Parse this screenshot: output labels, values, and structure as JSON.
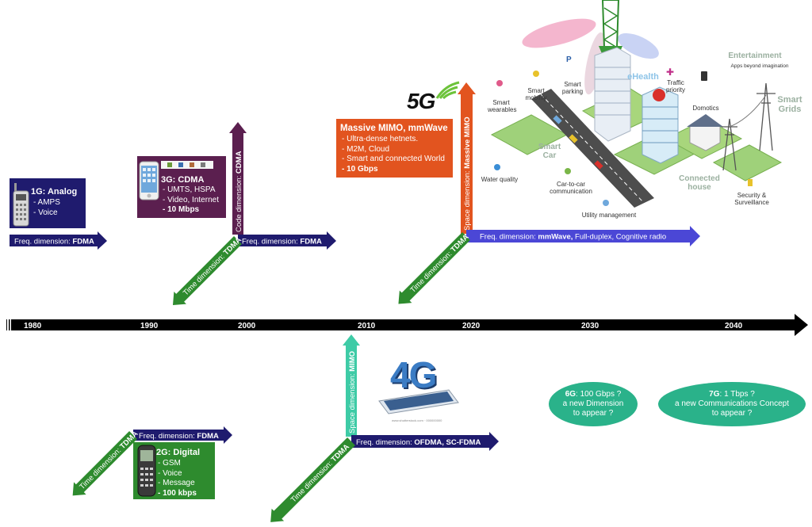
{
  "timeline": {
    "years": [
      "1980",
      "1990",
      "2000",
      "2010",
      "2020",
      "2030",
      "2040"
    ]
  },
  "gen1": {
    "title": "1G: Analog",
    "items": [
      "- AMPS",
      "- Voice"
    ],
    "freq_prefix": "Freq. dimension: ",
    "freq_value": "FDMA"
  },
  "gen2": {
    "title": "2G: Digital",
    "items": [
      "- GSM",
      "- Voice",
      "- Message"
    ],
    "rate": "- 100 kbps",
    "freq_prefix": "Freq. dimension: ",
    "freq_value": "FDMA",
    "time_prefix": "Time dimension: ",
    "time_value": "TDMA"
  },
  "gen3": {
    "title": "3G: CDMA",
    "items": [
      "- UMTS, HSPA",
      "- Video, Internet"
    ],
    "rate": "- 10 Mbps",
    "code_prefix": "Code dimension: ",
    "code_value": "CDMA",
    "freq_prefix": "Freq. dimension: ",
    "freq_value": "FDMA",
    "time_prefix": "Time dimension: ",
    "time_value": "TDMA"
  },
  "gen4": {
    "logo": "4G",
    "space_prefix": "Space dimension: ",
    "space_value": "MIMO",
    "freq_prefix": "Freq. dimension: ",
    "freq_value": "OFDMA, SC-FDMA",
    "time_prefix": "Time dimension: ",
    "time_value": "TDMA"
  },
  "gen5": {
    "logo": "5G",
    "title": "Massive MIMO, mmWave",
    "items": [
      "- Ultra-dense hetnets.",
      "- M2M, Cloud",
      "- Smart and connected World"
    ],
    "rate": "- 10 Gbps",
    "space_prefix": "Space dimension: ",
    "space_value": "Massive MIMO",
    "freq_prefix": "Freq. dimension: ",
    "freq_value": "mmWave,",
    "freq_suffix": " Full-duplex, Cognitive radio",
    "time_prefix": "Time dimension: ",
    "time_value": "TDMA"
  },
  "gen6": {
    "label": "6G",
    "rate": ": 100 Gbps ?",
    "line2": "a new Dimension",
    "line3": "to appear ?"
  },
  "gen7": {
    "label": "7G",
    "rate": ": 1 Tbps ?",
    "line2": "a new Communications Concept",
    "line3": "to appear ?"
  },
  "smart_city": {
    "wearables": [
      "Smart",
      "wearables"
    ],
    "mobility": [
      "Smart",
      "mobility"
    ],
    "parking": [
      "Smart",
      "parking"
    ],
    "ehealth": "eHealth",
    "traffic": [
      "Traffic",
      "priority"
    ],
    "entertainment": "Entertainment",
    "entertainment_sub": "Apps beyond imagination",
    "grids": [
      "Smart",
      "Grids"
    ],
    "domotics": "Domotics",
    "smart_car": [
      "Smart",
      "Car"
    ],
    "water": "Water quality",
    "car2car": [
      "Car-to-car",
      "communication"
    ],
    "utility": "Utility management",
    "connected_house": [
      "Connected",
      "house"
    ],
    "security": [
      "Security &",
      "Surveillance"
    ]
  },
  "colors": {
    "navy": "#1f1b6e",
    "green": "#2e8b2e",
    "purple": "#5b1f4f",
    "orange": "#e2541f",
    "teal": "#3ecba6",
    "blue": "#4b47d6",
    "oval": "#2ab28a"
  }
}
